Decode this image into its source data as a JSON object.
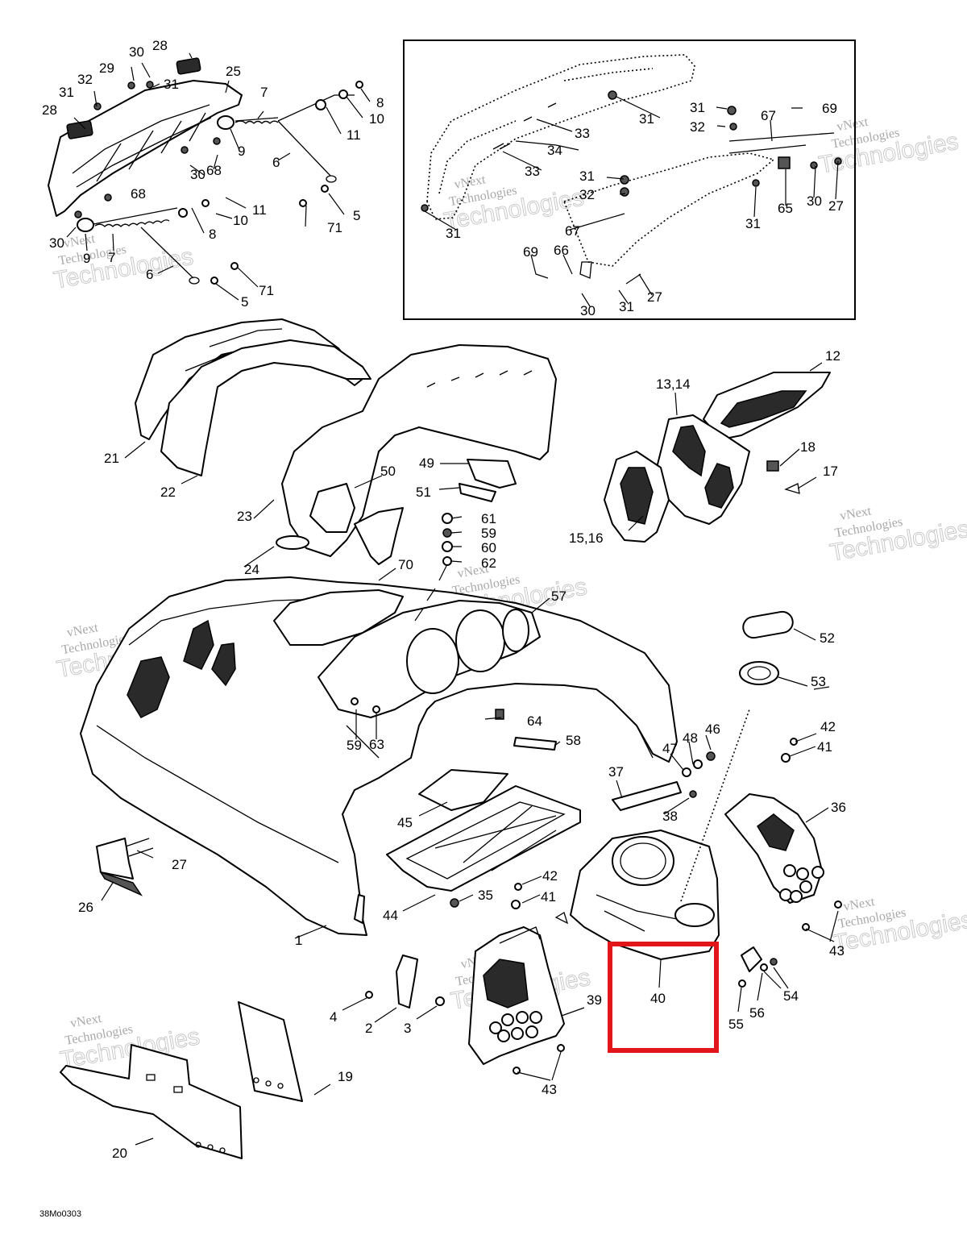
{
  "figure_code": "38Mo0303",
  "watermark": {
    "line1": "vNext",
    "line2": "Technologies"
  },
  "highlight": {
    "color": "#e0161b",
    "target_callout": "40"
  },
  "callouts": {
    "c28a": "28",
    "c30a": "30",
    "c29": "29",
    "c32a": "32",
    "c31a": "31",
    "c31b": "31",
    "c28b": "28",
    "c25": "25",
    "c7a": "7",
    "c8a": "8",
    "c10a": "10",
    "c11a": "11",
    "c9a": "9",
    "c6a": "6",
    "c30b": "30",
    "c68a": "68",
    "c68b": "68",
    "c11b": "11",
    "c10b": "10",
    "c5a": "5",
    "c8b": "8",
    "c71a": "71",
    "c30c": "30",
    "c9b": "9",
    "c7b": "7",
    "c6b": "6",
    "c71b": "71",
    "c5b": "5",
    "i31a": "31",
    "i31b": "31",
    "i32a": "32",
    "i67a": "67",
    "i69a": "69",
    "i33a": "33",
    "i34": "34",
    "i33b": "33",
    "i31c": "31",
    "i32b": "32",
    "i65": "65",
    "i30": "30",
    "i27a": "27",
    "i31d": "31",
    "i31e": "31",
    "i67b": "67",
    "i69b": "69",
    "i66": "66",
    "i27b": "27",
    "i30b": "30",
    "i31f": "31",
    "m12": "12",
    "m13_14": "13,14",
    "m18": "18",
    "m17": "17",
    "m15_16": "15,16",
    "m21": "21",
    "m22": "22",
    "m23": "23",
    "m50": "50",
    "m49": "49",
    "m51": "51",
    "m61": "61",
    "m59a": "59",
    "m60": "60",
    "m62": "62",
    "m24": "24",
    "m70": "70",
    "m57": "57",
    "m52": "52",
    "m53": "53",
    "m64": "64",
    "m59b": "59",
    "m63": "63",
    "m58": "58",
    "m42a": "42",
    "m41a": "41",
    "m46": "46",
    "m48": "48",
    "m47": "47",
    "m37": "37",
    "m38": "38",
    "m36": "36",
    "m45": "45",
    "m27": "27",
    "m26": "26",
    "m44": "44",
    "m35": "35",
    "m42b": "42",
    "m41b": "41",
    "m1": "1",
    "m43a": "43",
    "m40": "40",
    "m54": "54",
    "m56": "56",
    "m55": "55",
    "m39": "39",
    "m4": "4",
    "m2": "2",
    "m3": "3",
    "m19": "19",
    "m43b": "43",
    "m20": "20"
  }
}
